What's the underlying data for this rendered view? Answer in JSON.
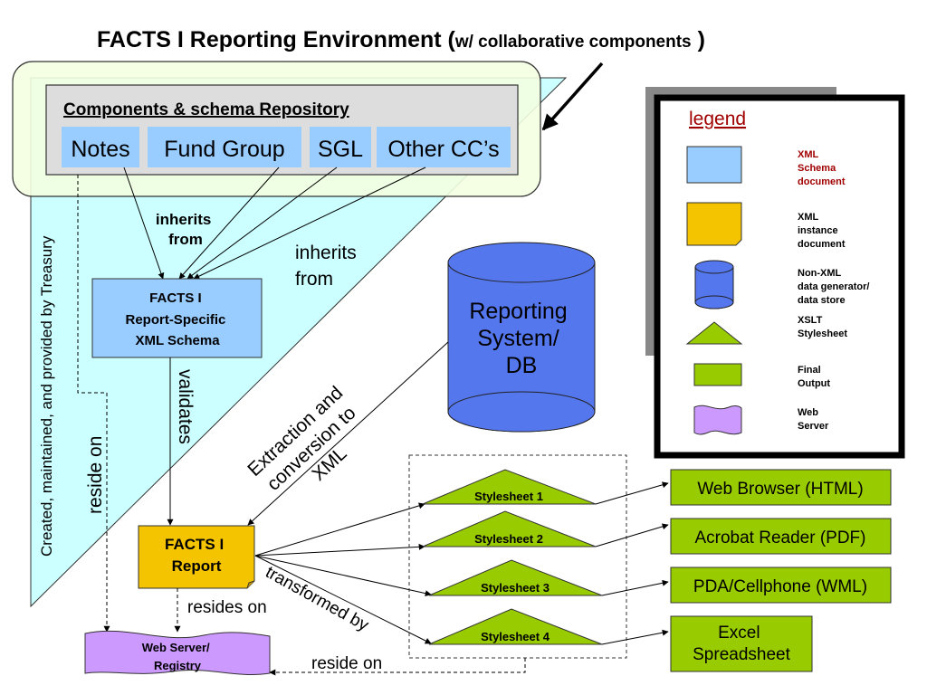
{
  "title": {
    "main": "FACTS I Reporting Environment (",
    "sub": "w/ collaborative components",
    "close": " )"
  },
  "repository": {
    "heading": "Components & schema Repository",
    "components": [
      "Notes",
      "Fund Group",
      "SGL",
      "Other CC’s"
    ]
  },
  "side_label": "Created, maintained, and provided by Treasury",
  "schema_box": {
    "lines": [
      "FACTS I",
      "Report-Specific",
      "XML Schema"
    ]
  },
  "labels": {
    "inherits_from_bold": [
      "inherits",
      "from"
    ],
    "inherits_from_plain": [
      "inherits",
      "from"
    ],
    "validates": "validates",
    "reside_on_vertical": "reside on",
    "extraction": [
      "Extraction and",
      "conversion to",
      "XML"
    ],
    "resides_on": "resides on",
    "transformed_by": "transformed by",
    "reside_on_bottom": "reside on"
  },
  "database": {
    "lines": [
      "Reporting",
      "System/",
      "DB"
    ]
  },
  "report_doc": {
    "lines": [
      "FACTS I",
      "Report"
    ]
  },
  "web_server": {
    "lines": [
      "Web Server/",
      "Registry"
    ]
  },
  "stylesheets": [
    "Stylesheet 1",
    "Stylesheet 2",
    "Stylesheet 3",
    "Stylesheet 4"
  ],
  "outputs": [
    [
      "Web Browser (HTML)"
    ],
    [
      "Acrobat Reader (PDF)"
    ],
    [
      "PDA/Cellphone (WML)"
    ],
    [
      "Excel",
      "Spreadsheet"
    ]
  ],
  "legend": {
    "title": "legend",
    "items": [
      {
        "shape": "xml-schema",
        "lines": [
          "XML",
          "Schema",
          "document"
        ],
        "highlight": true
      },
      {
        "shape": "xml-instance",
        "lines": [
          "XML",
          "instance",
          "document"
        ],
        "highlight": false
      },
      {
        "shape": "database",
        "lines": [
          "Non-XML",
          "data generator/",
          "data store"
        ],
        "highlight": false
      },
      {
        "shape": "xslt",
        "lines": [
          "XSLT",
          "Stylesheet"
        ],
        "highlight": false
      },
      {
        "shape": "final-output",
        "lines": [
          "Final",
          "Output"
        ],
        "highlight": false
      },
      {
        "shape": "web-server",
        "lines": [
          "Web",
          "Server"
        ],
        "highlight": false
      }
    ]
  },
  "colors": {
    "schema_blue": "#99ccff",
    "instance_yellow": "#f5c400",
    "db_blue": "#5577ee",
    "stylesheet_green": "#99cc00",
    "web_purple": "#cc99ff",
    "triangle_cyan": "#ccffff",
    "repo_gray": "#dddddd",
    "repo_panel": "#f3ffe0",
    "legend_red": "#a00000"
  }
}
